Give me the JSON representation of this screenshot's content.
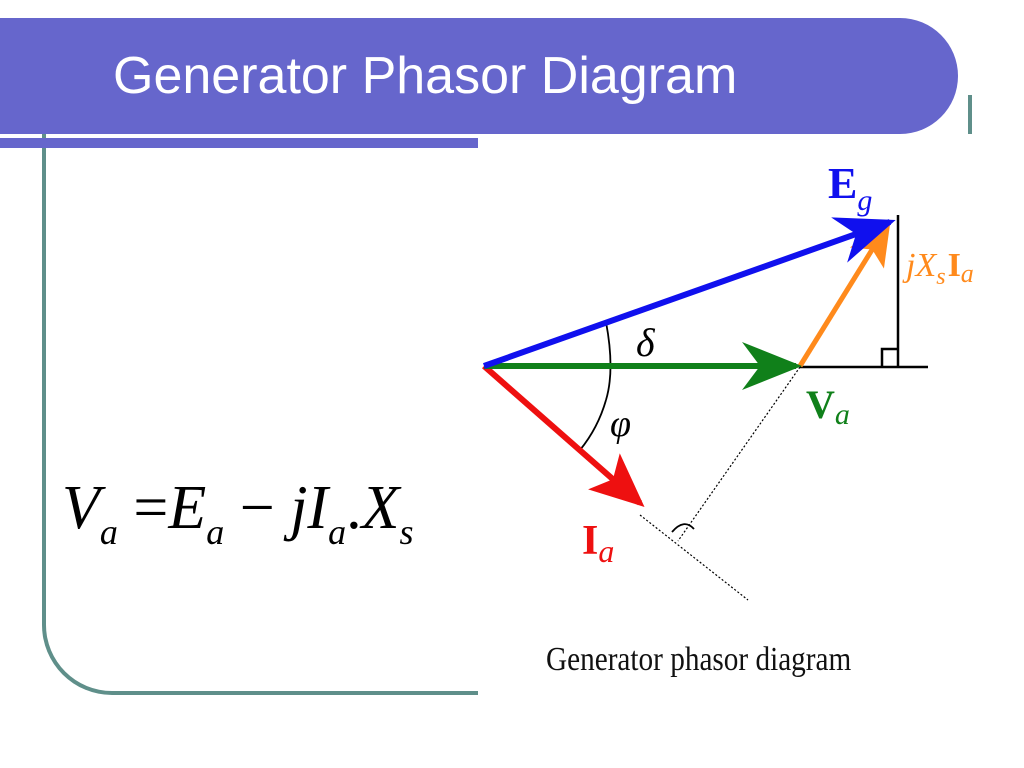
{
  "slide": {
    "title": "Generator Phasor Diagram"
  },
  "equation": {
    "V": "V",
    "V_sub": "a",
    "eq": "=",
    "E": "E",
    "E_sub": "a",
    "minus": "−",
    "jI": "jI",
    "I_sub": "a",
    "dot": ".",
    "X": "X",
    "X_sub": "s"
  },
  "diagram": {
    "caption": "Generator phasor diagram",
    "labels": {
      "Eg_main": "E",
      "Eg_sub": "g",
      "jXs_j": "jX",
      "jXs_sub": "s",
      "jXs_I": "I",
      "jXs_Isub": "a",
      "Va_main": "V",
      "Va_sub": "a",
      "Ia_main": "I",
      "Ia_sub": "a",
      "delta": "δ",
      "phi": "φ"
    }
  },
  "colors": {
    "title_bar": "#6666cc",
    "frame": "#5f8f8a",
    "Eg": "#1010ee",
    "Va": "#10801a",
    "Ia": "#ee1010",
    "jXsIa": "#ff8a1c",
    "construction": "#000000"
  }
}
